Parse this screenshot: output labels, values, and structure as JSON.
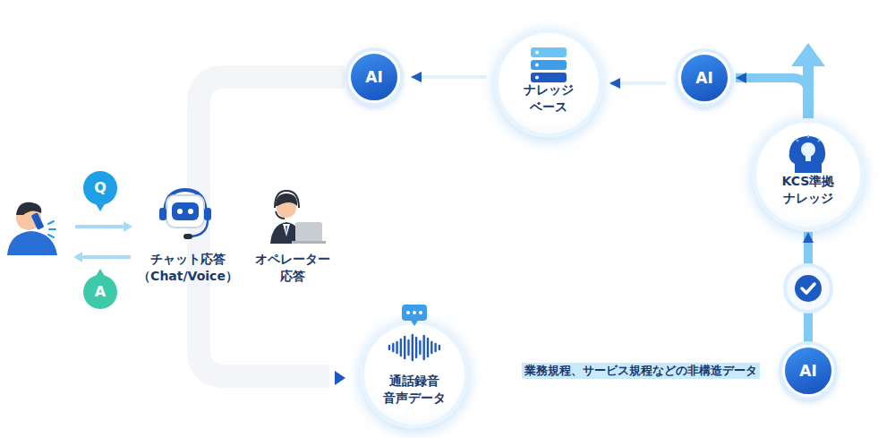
{
  "diagram": {
    "nodes": [
      {
        "text": [
          "Q"
        ]
      },
      {
        "text": [
          "A"
        ]
      },
      {
        "text": [
          "AI"
        ]
      },
      {
        "text": [
          "ナレッジ ベース"
        ]
      },
      {
        "text": [
          "AI"
        ]
      },
      {
        "text": [
          "KCS準拠 ナレッジ"
        ]
      },
      {
        "text": [
          "通話録音 音声データ"
        ]
      },
      {
        "text": [
          "AI"
        ]
      }
    ],
    "edges": [
      {
        "from": 6,
        "to": 7,
        "label": "業務規程、サービス規程などの非構造データ",
        "arrow": "none"
      },
      {
        "from": 7,
        "to": 5,
        "arrow": "to"
      },
      {
        "from": 5,
        "to": 4,
        "arrow": "to"
      },
      {
        "from": 4,
        "to": 3,
        "arrow": "to"
      },
      {
        "from": 3,
        "to": 2,
        "arrow": "to"
      }
    ],
    "labels": [
      "チャット応答 （Chat/Voice）",
      "オペレーター 応答"
    ]
  }
}
